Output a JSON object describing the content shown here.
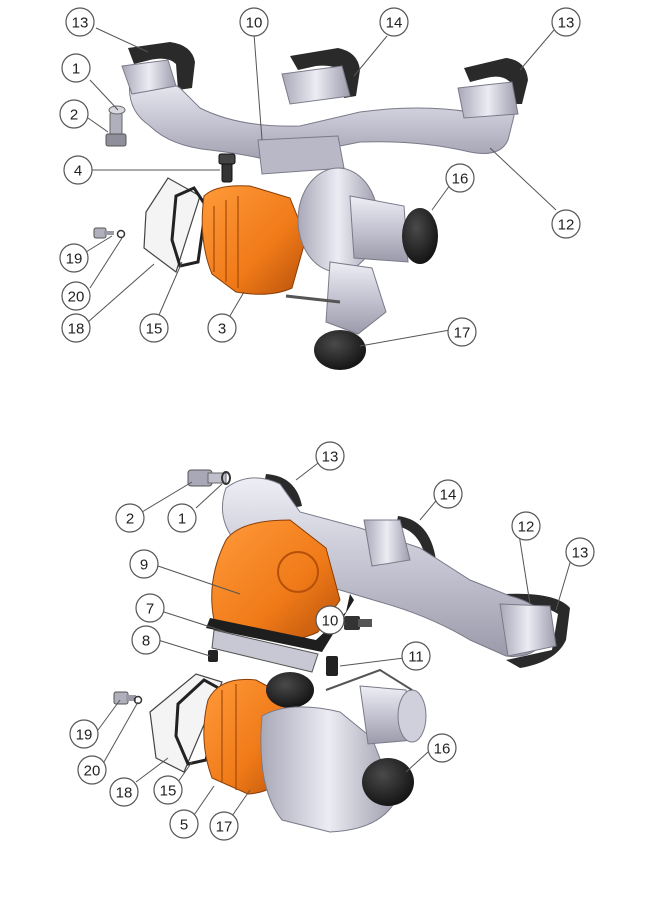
{
  "colors": {
    "metal": "#c9c9d6",
    "metal_dark": "#8d8d9c",
    "metal_light": "#e8e8f0",
    "orange": "#f07a18",
    "orange_dark": "#b5500a",
    "rubber": "#1c1c1c",
    "gasket": "#2a2a2a",
    "callout_fill": "#ffffff",
    "callout_stroke": "#555555"
  },
  "top_view": {
    "callouts": [
      "13",
      "10",
      "14",
      "13",
      "1",
      "2",
      "4",
      "16",
      "12",
      "19",
      "20",
      "18",
      "15",
      "3",
      "17"
    ]
  },
  "bottom_view": {
    "callouts": [
      "13",
      "2",
      "1",
      "14",
      "9",
      "12",
      "13",
      "7",
      "10",
      "8",
      "11",
      "19",
      "20",
      "18",
      "15",
      "16",
      "5",
      "17"
    ]
  }
}
